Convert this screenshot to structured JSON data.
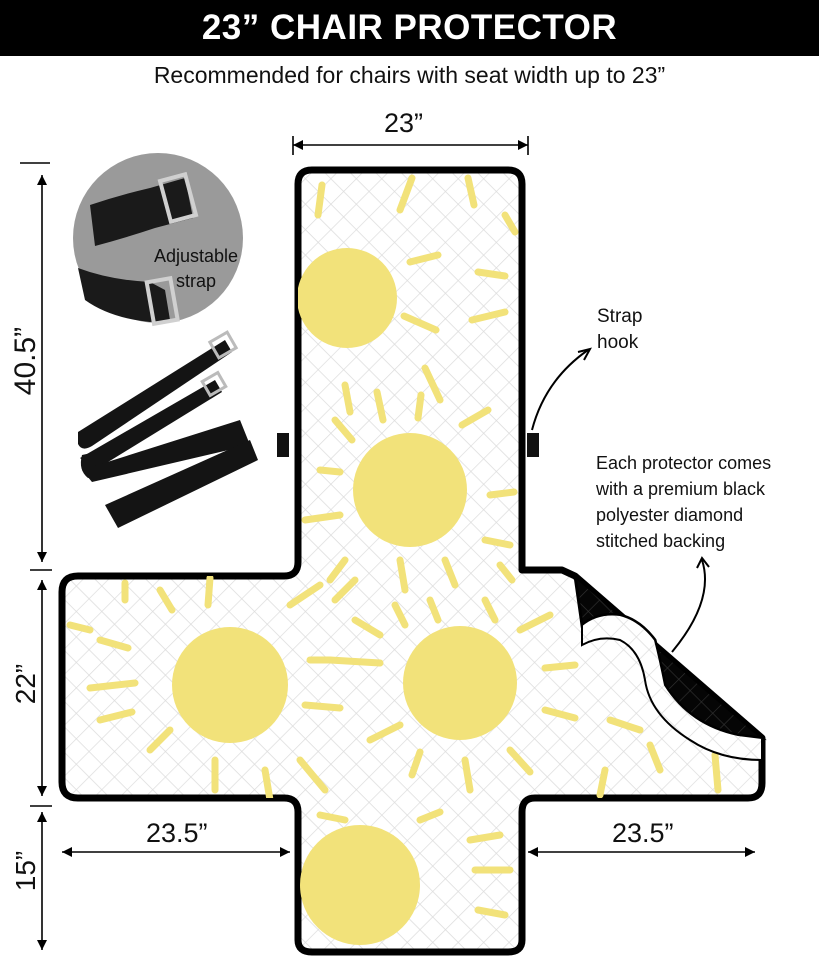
{
  "header": {
    "title": "23” CHAIR PROTECTOR"
  },
  "subtitle": "Recommended for chairs with seat width up to 23”",
  "dimensions": {
    "top_width": "23”",
    "back_height": "40.5”",
    "seat_height": "22”",
    "front_height": "15”",
    "left_arm": "23.5”",
    "right_arm": "23.5”"
  },
  "callouts": {
    "strap_label_line1": "Adjustable",
    "strap_label_line2": "strap",
    "strap_hook_line1": "Strap",
    "strap_hook_line2": "hook",
    "backing_line1": "Each protector comes",
    "backing_line2": "with a premium black",
    "backing_line3": "polyester diamond",
    "backing_line4": "stitched backing"
  },
  "colors": {
    "sun": "#f2e27a",
    "outline": "#000000",
    "quilt": "#dddddd",
    "backing": "#050505"
  }
}
